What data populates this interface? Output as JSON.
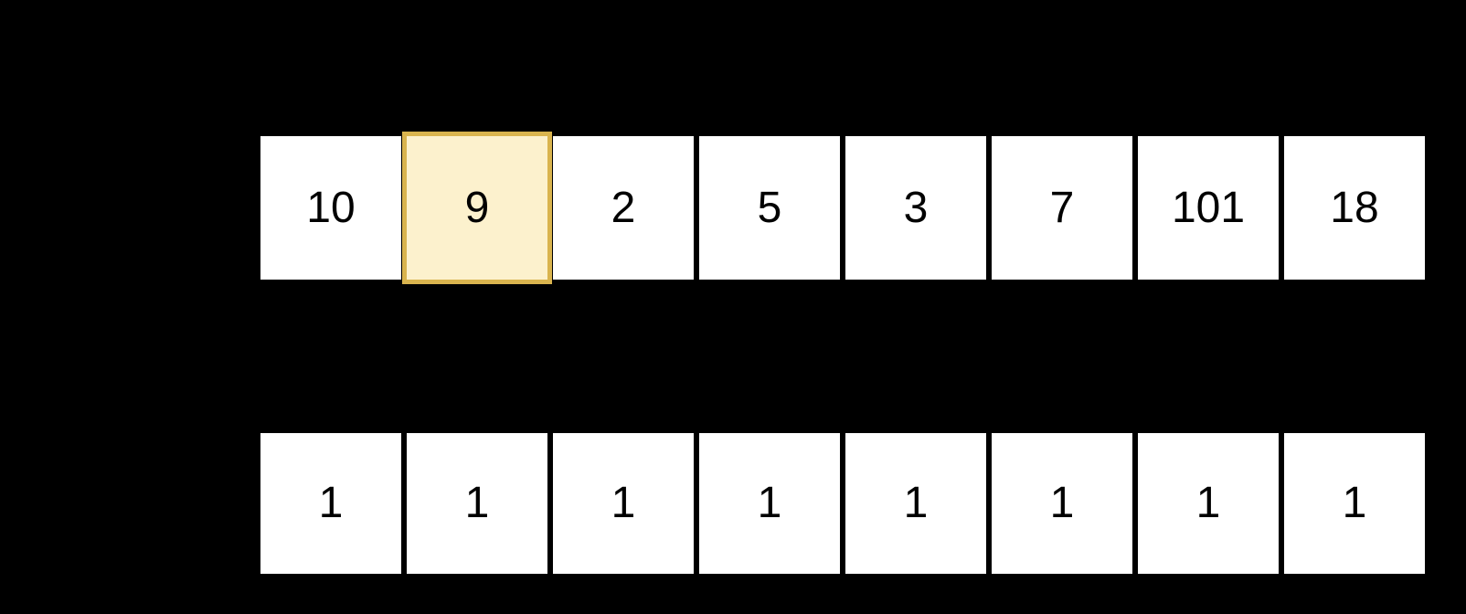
{
  "diagram": {
    "description": "Two stacked array visualizations on a black background (longest increasing subsequence nums/dp arrays)",
    "arrays": [
      {
        "name": "nums-array",
        "values": [
          "10",
          "9",
          "2",
          "5",
          "3",
          "7",
          "101",
          "18"
        ],
        "highlighted_index": 1,
        "highlighted_value": "9"
      },
      {
        "name": "dp-array",
        "values": [
          "1",
          "1",
          "1",
          "1",
          "1",
          "1",
          "1",
          "1"
        ],
        "highlighted_index": null,
        "highlighted_value": null
      }
    ]
  },
  "colors": {
    "background": "#000000",
    "cell_background": "#ffffff",
    "cell_text": "#000000",
    "highlight_fill": "#FCF1CD",
    "highlight_border": "#D9B44E"
  }
}
